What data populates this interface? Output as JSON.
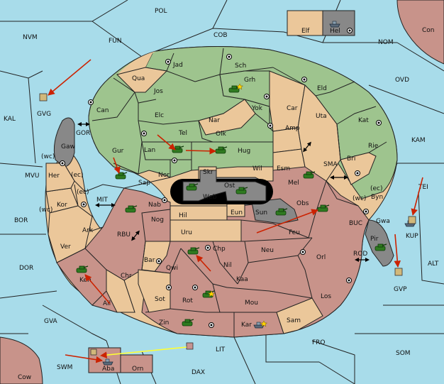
{
  "colors": {
    "sea": "#a8dcea",
    "green": "#9ec48e",
    "tan": "#ebc79a",
    "red": "#c8938a",
    "grey": "#888888",
    "arrow": "#cc2200",
    "convoy": "#ffff33"
  },
  "sea_labels": {
    "pol": "POL",
    "nvm": "NVM",
    "fun": "FUN",
    "cob": "COB",
    "nom": "NOM",
    "ovd": "OVD",
    "kal": "KAL",
    "kam": "KAM",
    "mvu": "MVU",
    "bor": "BOR",
    "dor": "DOR",
    "gva": "GVA",
    "alt": "ALT",
    "som": "SOM",
    "fro": "FRO",
    "lit": "LIT",
    "dax": "DAX",
    "swm": "SWM",
    "gor": "GOR",
    "mit": "MIT",
    "rbu": "RBU",
    "sma": "SMA",
    "buc": "BUC",
    "rod": "ROD",
    "tei": "TEI",
    "kup": "KUP",
    "gvp": "GVP",
    "gvg": "GVG"
  },
  "land_labels": {
    "con": "Con",
    "elf": "Elf",
    "hel": "Hel",
    "cow": "Cow",
    "aba": "Aba",
    "orn": "Orn",
    "jad": "Jad",
    "sch": "Sch",
    "qua": "Qua",
    "jos": "Jos",
    "grh": "Grh",
    "eld": "Eld",
    "can": "Can",
    "elc": "Elc",
    "nar": "Nar",
    "yok": "Yok",
    "car": "Car",
    "uta": "Uta",
    "kat": "Kat",
    "amp": "Amp",
    "tel": "Tel",
    "olk": "Olk",
    "rie": "Rie",
    "gaw": "Gaw",
    "gur": "Gur",
    "lan": "Lan",
    "hug": "Hug",
    "bri": "Bri",
    "wil": "Wil",
    "esm": "Esm",
    "nor": "Nor",
    "skr": "Skr",
    "sap": "Sap",
    "her": "Her",
    "mel": "Mel",
    "byn": "Byn",
    "ost": "Ost",
    "web": "Web",
    "kor": "Kor",
    "nab": "Nab",
    "obs": "Obs",
    "gwa": "Gwa",
    "hil": "Hil",
    "eun": "Eun",
    "sun": "Sun",
    "nog": "Nog",
    "ark": "Ark",
    "uru": "Uru",
    "feu": "Feu",
    "pir": "Pir",
    "ver": "Ver",
    "chp": "Chp",
    "neu": "Neu",
    "orl": "Orl",
    "bar": "Bar",
    "qwi": "Qwi",
    "nil": "Nil",
    "ken": "Ken",
    "chr": "Chr",
    "kaa": "Kaa",
    "los": "Los",
    "sot": "Sot",
    "rot": "Rot",
    "mou": "Mou",
    "ail": "Ail",
    "zin": "Zin",
    "kar": "Kar",
    "sam": "Sam"
  },
  "coast_labels": {
    "wc1": "(wc)",
    "ec1": "(ec)",
    "ec2": "(ec)",
    "wc2": "(wc)",
    "wc3": "(wc)",
    "ec3": "(ec)"
  }
}
